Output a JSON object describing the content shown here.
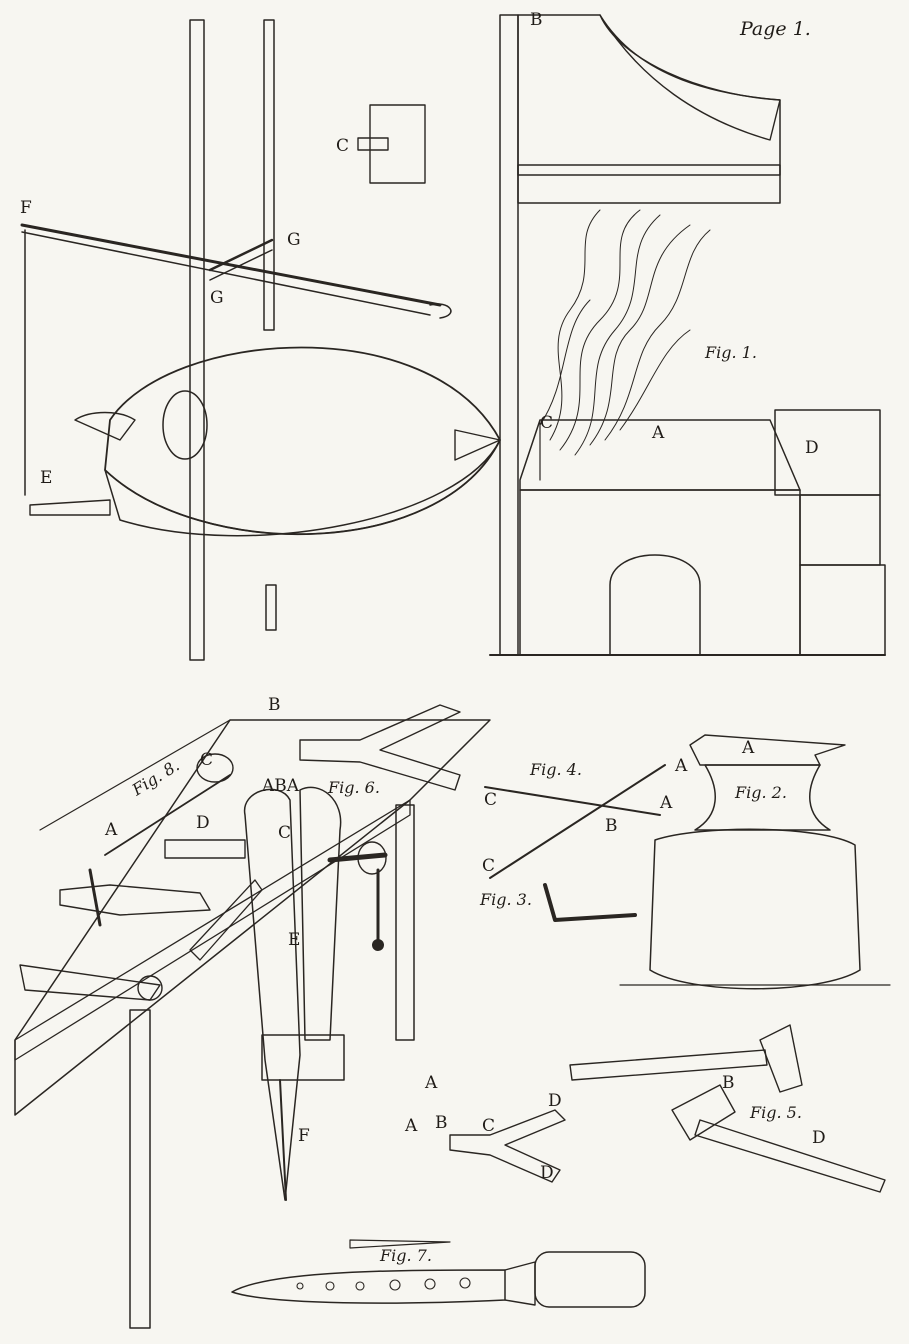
{
  "page_label": "Page 1.",
  "figure_labels": {
    "fig1": "Fig. 1.",
    "fig2": "Fig. 2.",
    "fig3": "Fig. 3.",
    "fig4": "Fig. 4.",
    "fig5": "Fig. 5.",
    "fig6": "Fig. 6.",
    "fig7": "Fig. 7.",
    "fig8": "Fig. 8."
  },
  "letters": {
    "A": "A",
    "B": "B",
    "C": "C",
    "D": "D",
    "E": "E",
    "F": "F",
    "G": "G",
    "ABA": "ABA"
  },
  "colors": {
    "ink": "#2a2622",
    "paper": "#f7f6f1",
    "hatch": "#3a342e"
  }
}
